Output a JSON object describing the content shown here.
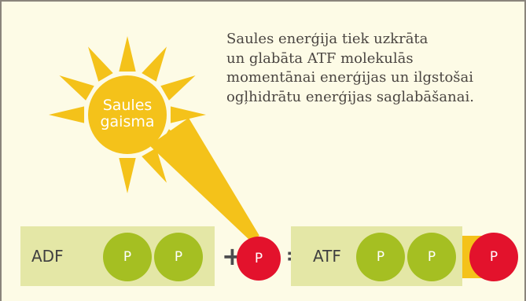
{
  "colors": {
    "background": "#fdfbe6",
    "sun": "#f4c21a",
    "phosphate_green": "#a5bf22",
    "phosphate_red": "#e3122c",
    "molecule_box": "#e4e7a6",
    "text": "#4a4541"
  },
  "sun": {
    "label_line1": "Saules",
    "label_line2": "gaisma"
  },
  "caption": "Saules enerģija tiek uzkrāta\nun glabāta ATF molekulās\nmomentānai enerģijas un ilgstošai\nogļhidrātu enerģijas saglabāšanai.",
  "equation": {
    "adp_label": "ADF",
    "atp_label": "ATF",
    "phosphate_label": "P",
    "plus": "+",
    "equals": "="
  }
}
